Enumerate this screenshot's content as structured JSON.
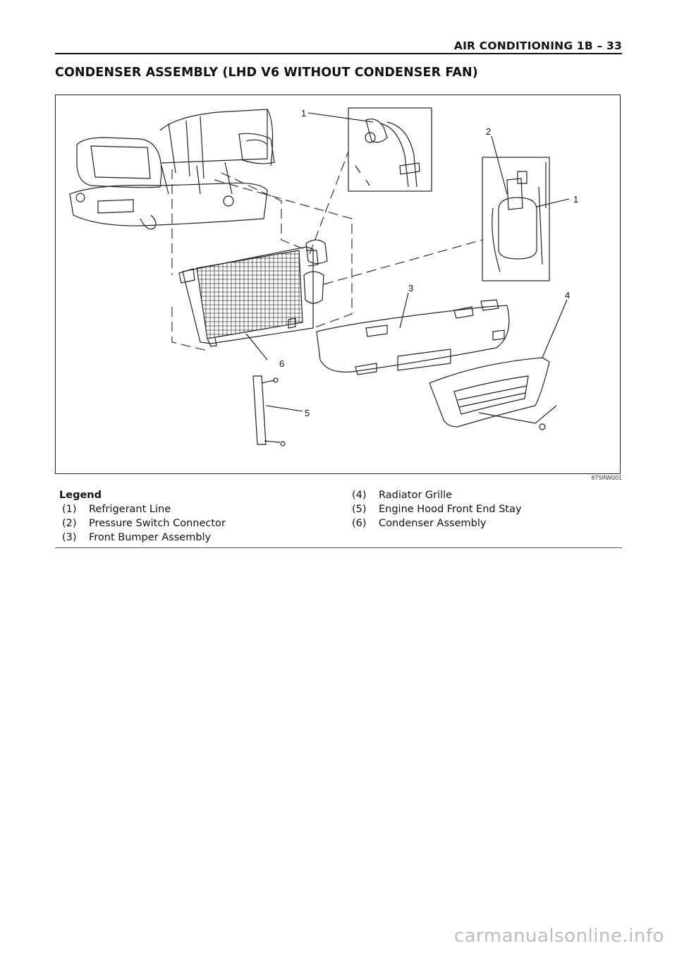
{
  "header": {
    "title": "AIR CONDITIONING  1B – 33"
  },
  "section_title": "CONDENSER ASSEMBLY (LHD V6 WITHOUT CONDENSER FAN)",
  "figure": {
    "code": "875RW001",
    "callouts": [
      "1",
      "2",
      "1",
      "3",
      "4",
      "6",
      "5"
    ]
  },
  "legend": {
    "heading": "Legend",
    "items": [
      {
        "num": "(1)",
        "label": "Refrigerant Line"
      },
      {
        "num": "(2)",
        "label": "Pressure Switch Connector"
      },
      {
        "num": "(3)",
        "label": "Front Bumper Assembly"
      },
      {
        "num": "(4)",
        "label": "Radiator Grille"
      },
      {
        "num": "(5)",
        "label": "Engine Hood Front End Stay"
      },
      {
        "num": "(6)",
        "label": "Condenser Assembly"
      }
    ]
  },
  "watermark": "carmanualsonline.info"
}
